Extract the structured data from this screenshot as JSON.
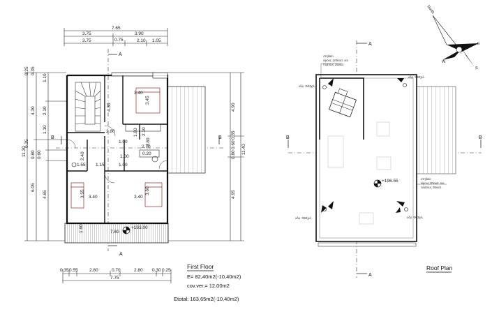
{
  "first_floor": {
    "title": "First Floor",
    "area": "E= 82,40m2(-10,40m2)",
    "coverage": "cov.ver.= 12,00m2",
    "total": "Etotal: 163,65m2(-10,40m2)",
    "top_dims": {
      "overall": "7.65",
      "row2": [
        "3.75",
        "3.90"
      ],
      "row3": [
        "3.75",
        "0.75",
        "2.10",
        "1.05"
      ]
    },
    "bottom_dims": {
      "row1": [
        "0.35",
        "0.55",
        "2.80",
        "0.70",
        "2.80",
        "0.30",
        "0.25"
      ],
      "overall": "7.75"
    },
    "left_dims": {
      "overall": "11.30",
      "top_stack": [
        "0.25",
        "0.35",
        "1.10"
      ],
      "mid": [
        "4.30",
        "2.10",
        "1.10"
      ],
      "small": [
        "0.35",
        "0.80",
        "0.60"
      ],
      "low": [
        "6.05",
        "4.65"
      ]
    },
    "right_dims": {
      "overall": "11.40",
      "upper": "4.90",
      "mid": [
        "0.80",
        "0.60",
        "0.35"
      ],
      "lower": "4.95"
    },
    "room_labels": [
      "3.40",
      "3.45",
      "4.30",
      "2.80",
      "1.00",
      "2.70",
      "2.10",
      "2.40",
      "1.15",
      "1.00",
      "1.55",
      "3.55",
      "3.40",
      "3.40",
      "3.60",
      "1.60",
      "7.60",
      "1.00",
      "1.80",
      "0.80",
      "0.20"
    ],
    "level": "+193.00",
    "section_a": "A",
    "section_b": "B"
  },
  "roof": {
    "title": "Roof Plan",
    "note_top": [
      "στηθαίο",
      "ύψους 120εκατ. και",
      "πλάτους 25εκατ."
    ],
    "note_right": [
      "στηθαίο",
      "ύψους 30εκατ. και",
      "πλάτους 20εκατ."
    ],
    "pipe_labels": [
      "υδρ. Φ63χιλ.",
      "υδρ. Φ63χιλ.",
      "υδρ. Φ63χιλ.",
      "υδρ. Φ63χιλ."
    ],
    "level": "+196.55",
    "section_a": "A",
    "section_b": "B"
  },
  "compass": {
    "north": "North",
    "w": "W",
    "e": "E",
    "s": "S"
  }
}
